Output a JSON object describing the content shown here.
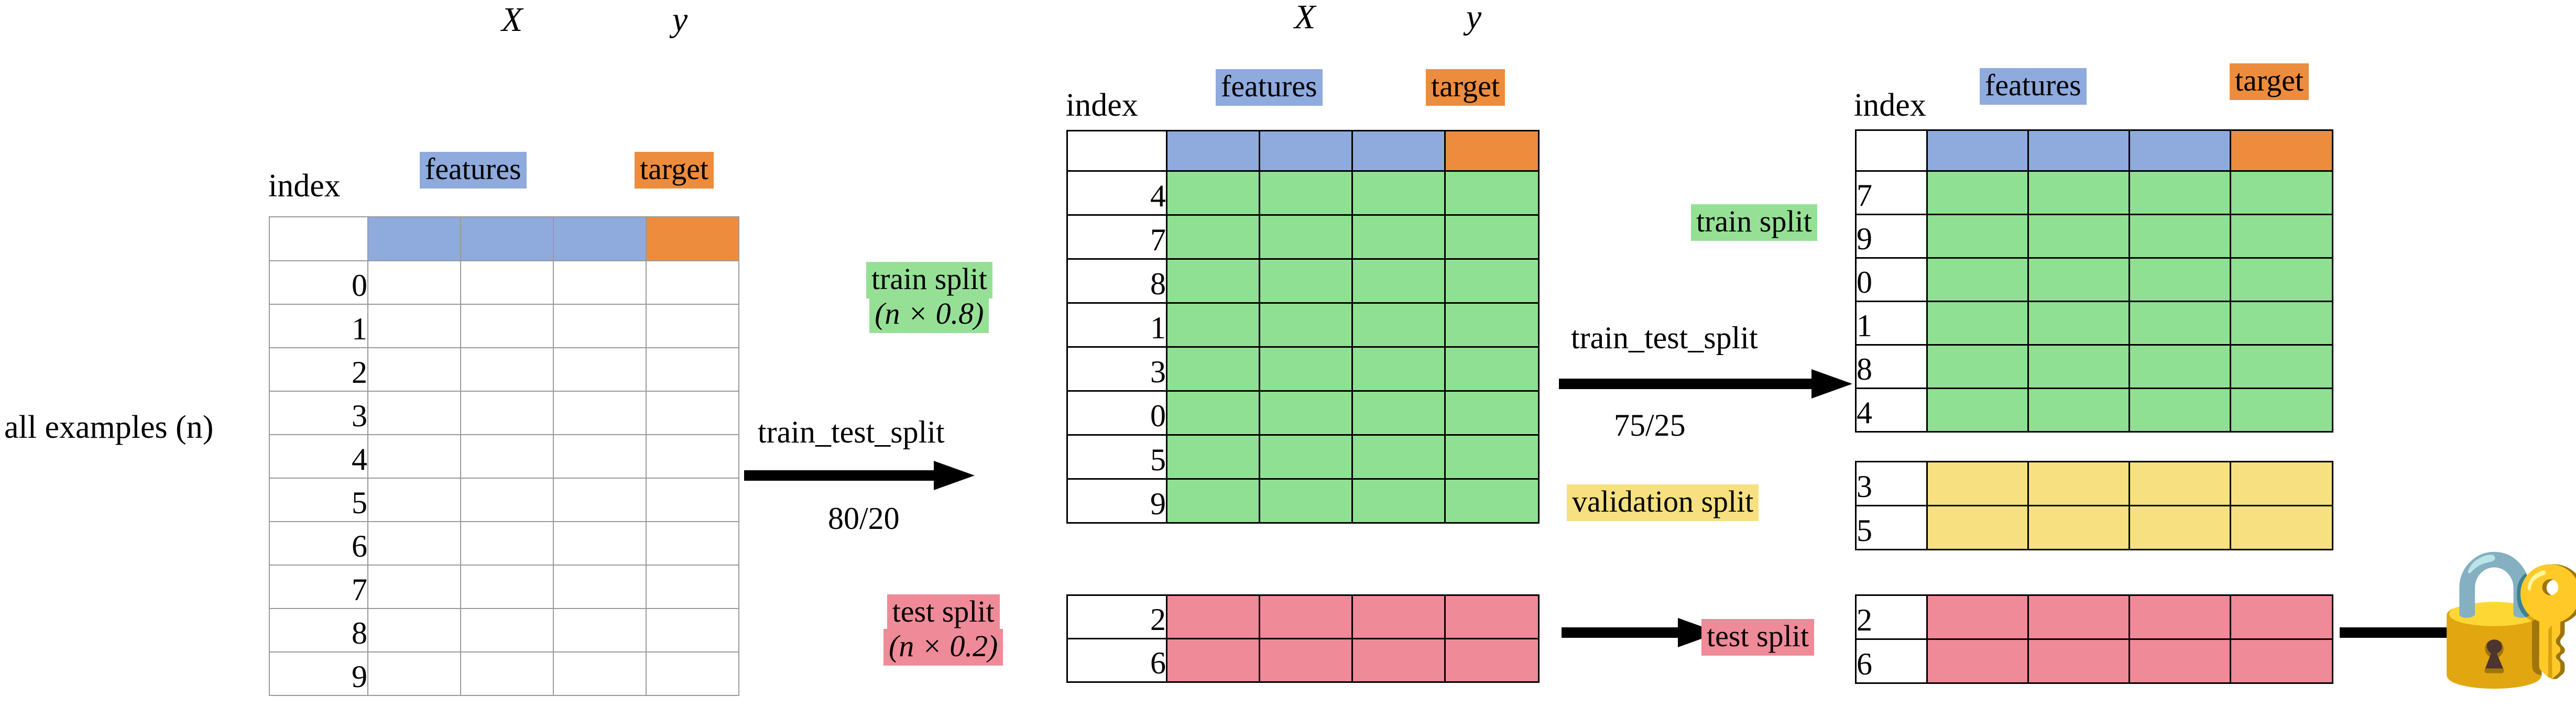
{
  "labels": {
    "all_examples": "all examples (n)",
    "index": "index",
    "X": "X",
    "y": "y",
    "features": "features",
    "target": "target",
    "train_split": "train split",
    "train_split_size": "(n × 0.8)",
    "test_split": "test split",
    "test_split_size": "(n × 0.2)",
    "validation_split": "validation split",
    "function_name": "train_test_split",
    "ratio_80_20": "80/20",
    "ratio_75_25": "75/25",
    "lock_icon": "🔐"
  },
  "colors": {
    "features_blue": "#8faadc",
    "target_orange": "#ed8c3c",
    "train_green": "#90e093",
    "test_red": "#ef8a98",
    "validation_yellow": "#f7e07f",
    "grid_gray": "#9a9a9a",
    "grid_black": "#000000"
  },
  "chart_data": {
    "type": "table",
    "title": "train_test_split data partitioning diagram",
    "stage1": {
      "name": "all examples (n)",
      "index_values": [
        "0",
        "1",
        "2",
        "3",
        "4",
        "5",
        "6",
        "7",
        "8",
        "9"
      ],
      "n_feature_columns": 3,
      "n_target_columns": 1,
      "row_fill": "white"
    },
    "stage2": {
      "operation": "train_test_split",
      "ratio": "80/20",
      "train": {
        "label": "train split",
        "size_expr": "(n × 0.8)",
        "index_values": [
          "4",
          "7",
          "8",
          "1",
          "3",
          "0",
          "5",
          "9"
        ],
        "row_fill": "#90e093"
      },
      "test": {
        "label": "test split",
        "size_expr": "(n × 0.2)",
        "index_values": [
          "2",
          "6"
        ],
        "row_fill": "#ef8a98"
      }
    },
    "stage3": {
      "operation": "train_test_split",
      "ratio": "75/25",
      "train": {
        "label": "train split",
        "index_values": [
          "7",
          "9",
          "0",
          "1",
          "8",
          "4"
        ],
        "row_fill": "#90e093"
      },
      "validation": {
        "label": "validation split",
        "index_values": [
          "3",
          "5"
        ],
        "row_fill": "#f7e07f"
      },
      "test": {
        "label": "test split",
        "index_values": [
          "2",
          "6"
        ],
        "row_fill": "#ef8a98"
      }
    }
  }
}
